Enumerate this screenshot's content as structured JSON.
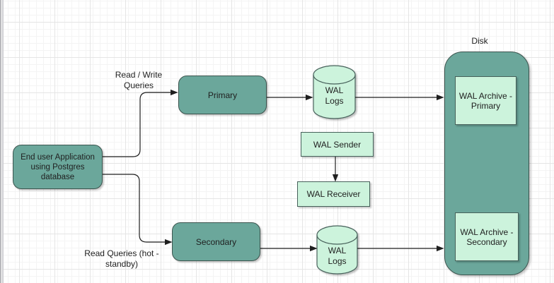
{
  "diagram": {
    "disk_group_label": "Disk",
    "nodes": {
      "end_user_app": {
        "label": "End user Application using Postgres database"
      },
      "primary": {
        "label": "Primary"
      },
      "secondary": {
        "label": "Secondary"
      },
      "wal_logs_primary": {
        "label": "WAL Logs"
      },
      "wal_logs_secondary": {
        "label": "WAL Logs"
      },
      "wal_sender": {
        "label": "WAL Sender"
      },
      "wal_receiver": {
        "label": "WAL Receiver"
      },
      "wal_archive_primary": {
        "label": "WAL Archive - Primary"
      },
      "wal_archive_secondary": {
        "label": "WAL Archive - Secondary"
      }
    },
    "edge_labels": {
      "read_write_queries": "Read / Write Queries",
      "read_queries_hot_standby": "Read Queries (hot - standby)"
    },
    "edges": [
      "end_user_app -> primary",
      "end_user_app -> secondary",
      "primary -> wal_logs_primary",
      "wal_logs_primary -> disk",
      "wal_sender -> wal_receiver",
      "secondary -> wal_logs_secondary",
      "wal_logs_secondary -> disk"
    ],
    "colors": {
      "node_teal_fill": "#6ba79b",
      "node_teal_stroke": "#3c544e",
      "node_mint_fill": "#ccf3dc",
      "node_mint_stroke": "#46605a",
      "connector": "#1f1f1f",
      "text": "#1f1f1f",
      "grid_minor": "#f4f4f4",
      "grid_major": "#e5e5e5",
      "canvas_bg": "#ffffff"
    }
  }
}
